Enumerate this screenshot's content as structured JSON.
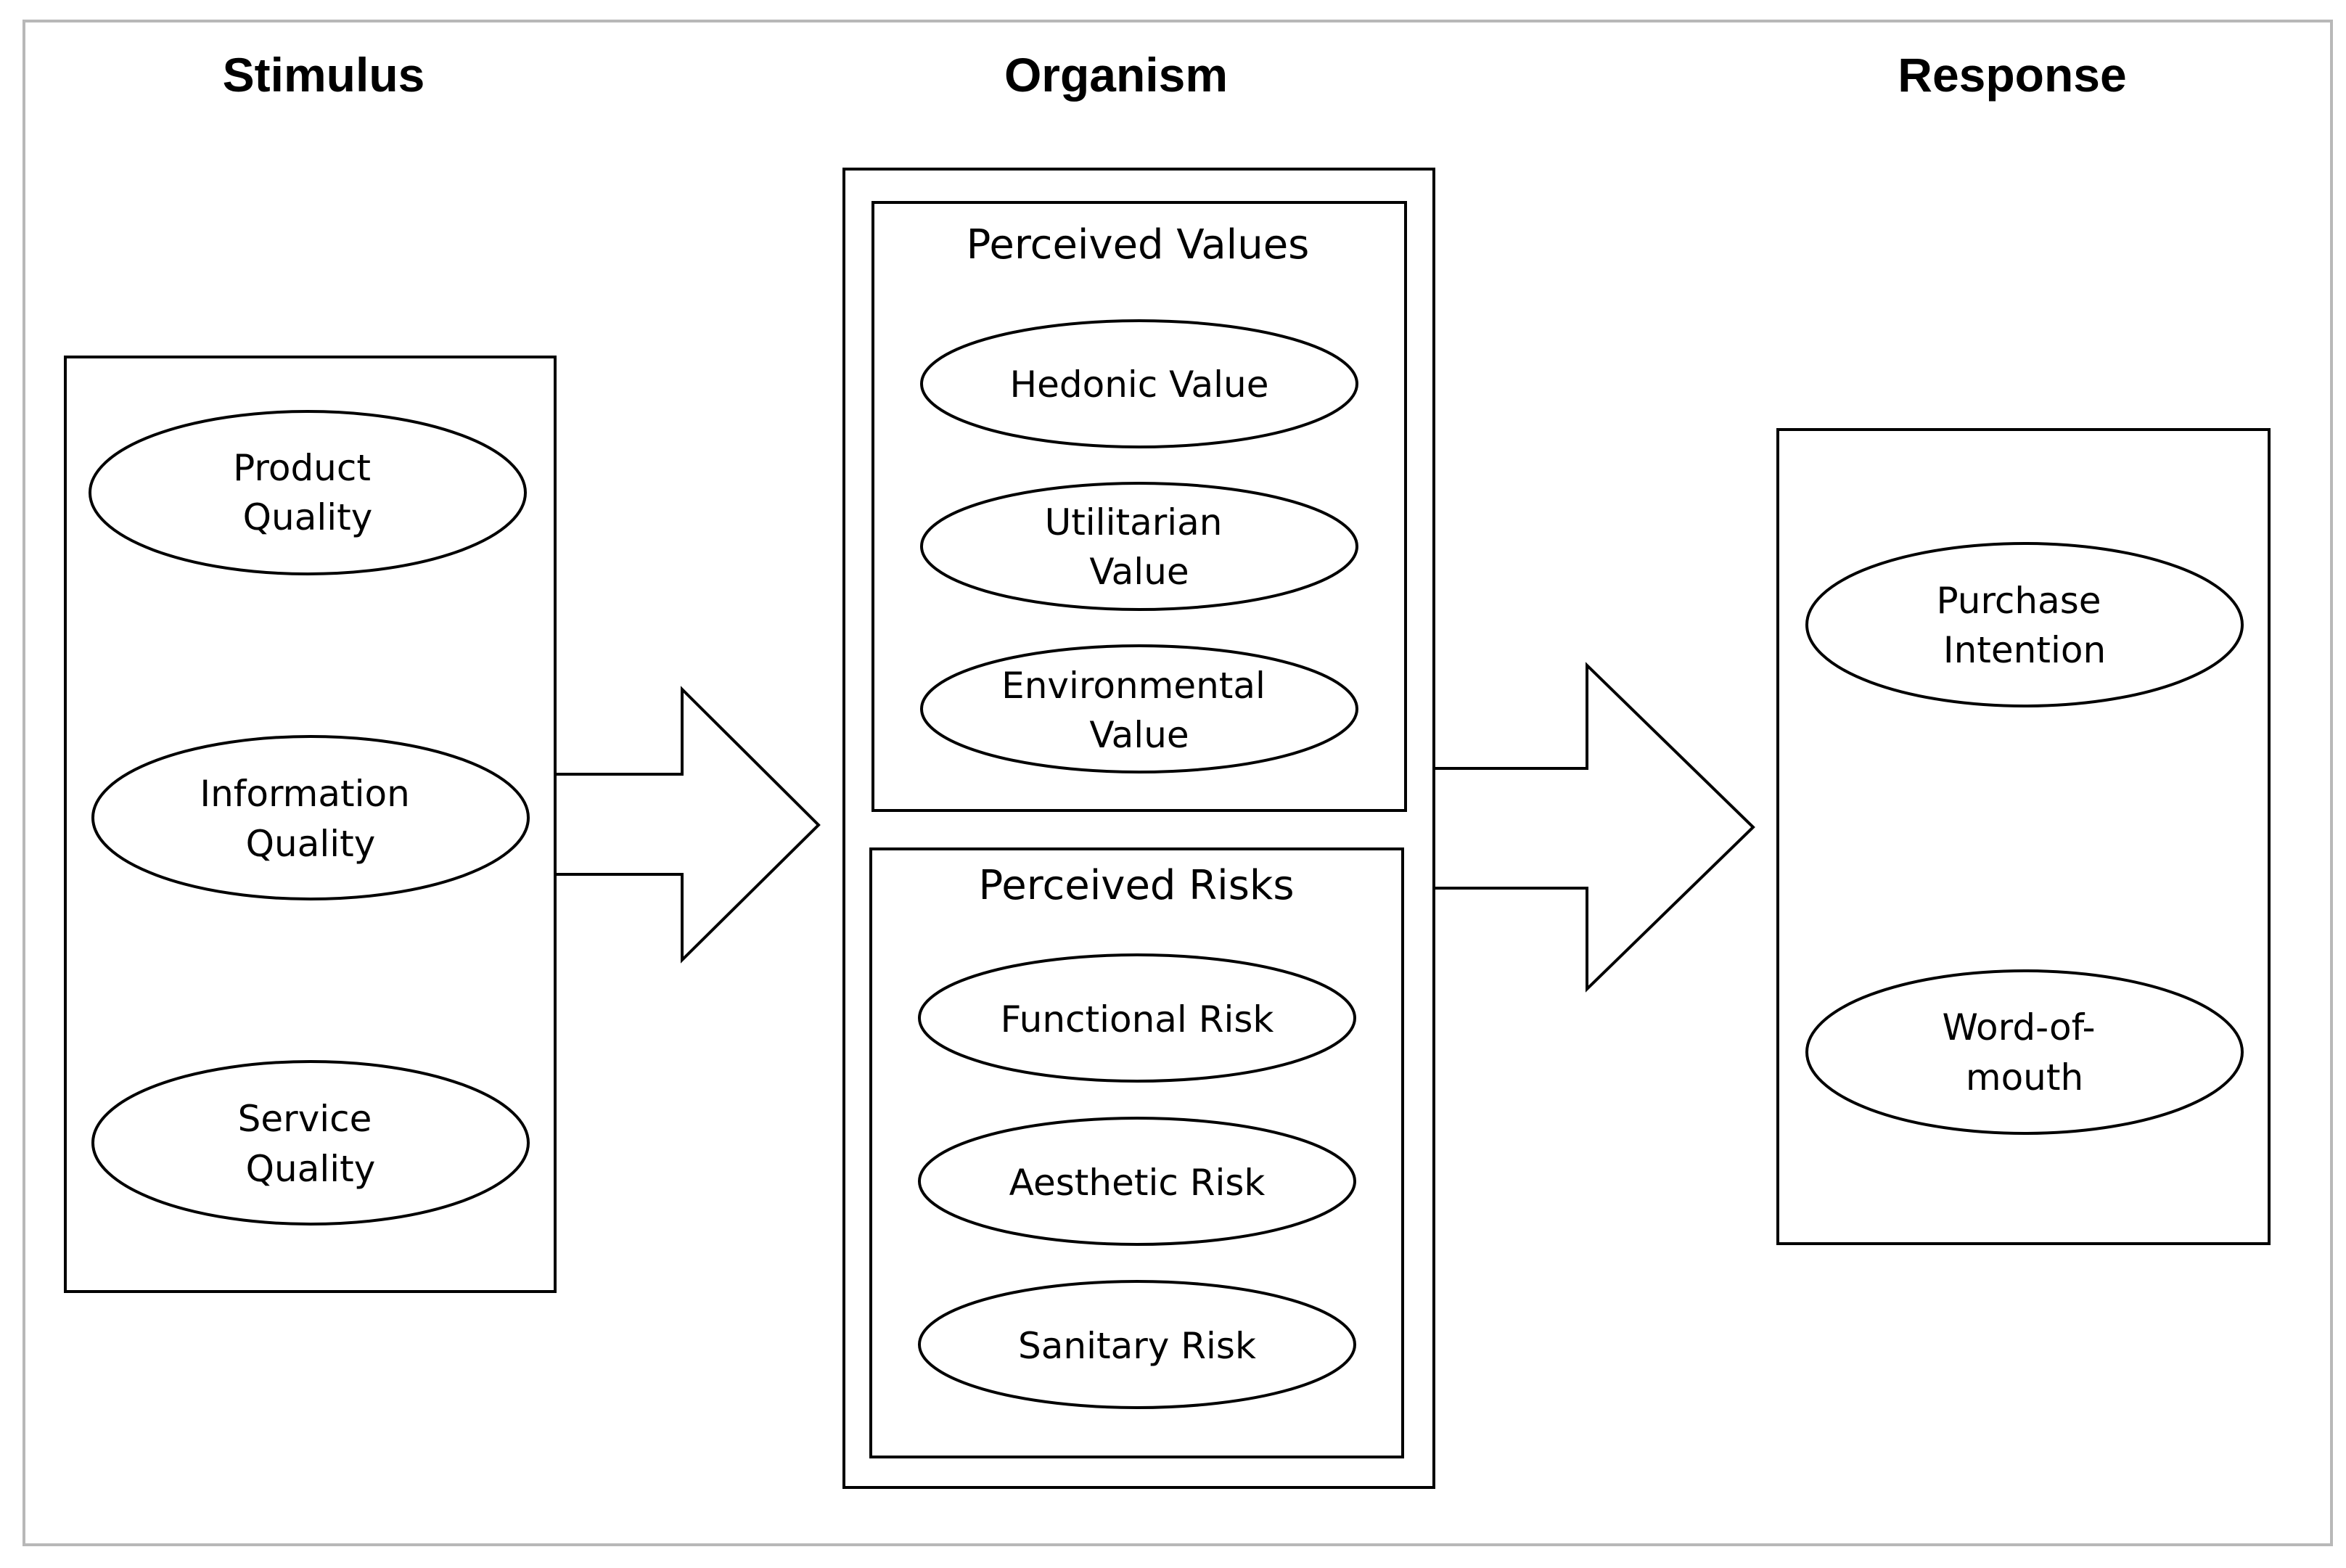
{
  "headers": {
    "stimulus": "Stimulus",
    "organism": "Organism",
    "response": "Response"
  },
  "stimulus": {
    "items": [
      {
        "line1": "Product",
        "line2": "Quality"
      },
      {
        "line1": "Information",
        "line2": "Quality"
      },
      {
        "line1": "Service",
        "line2": "Quality"
      }
    ]
  },
  "organism": {
    "values": {
      "title": "Perceived Values",
      "items": [
        {
          "line1": "Hedonic Value",
          "line2": ""
        },
        {
          "line1": "Utilitarian",
          "line2": "Value"
        },
        {
          "line1": "Environmental",
          "line2": "Value"
        }
      ]
    },
    "risks": {
      "title": "Perceived Risks",
      "items": [
        {
          "line1": "Functional Risk",
          "line2": ""
        },
        {
          "line1": "Aesthetic Risk",
          "line2": ""
        },
        {
          "line1": "Sanitary Risk",
          "line2": ""
        }
      ]
    }
  },
  "response": {
    "items": [
      {
        "line1": "Purchase",
        "line2": "Intention"
      },
      {
        "line1": "Word-of-",
        "line2": "mouth"
      }
    ]
  }
}
